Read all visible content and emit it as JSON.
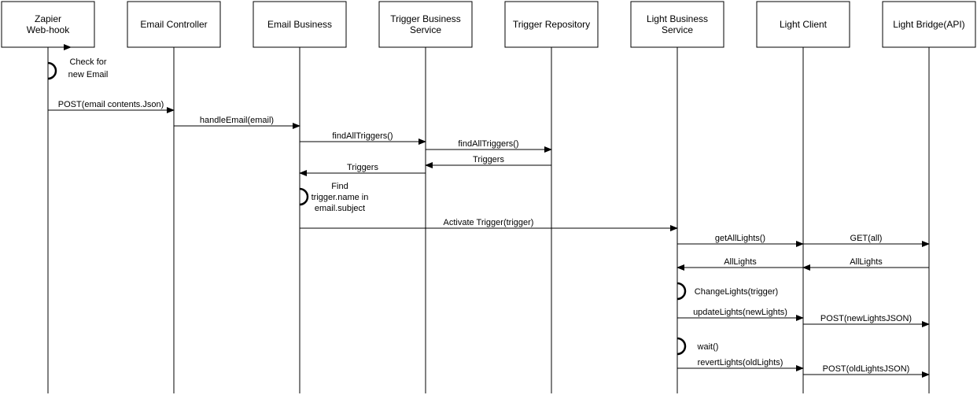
{
  "participants": [
    {
      "id": "zapier",
      "lines": [
        "Zapier",
        "Web-hook"
      ]
    },
    {
      "id": "email_controller",
      "lines": [
        "Email Controller"
      ]
    },
    {
      "id": "email_business",
      "lines": [
        "Email Business"
      ]
    },
    {
      "id": "trigger_business_service",
      "lines": [
        "Trigger Business",
        "Service"
      ]
    },
    {
      "id": "trigger_repository",
      "lines": [
        "Trigger Repository"
      ]
    },
    {
      "id": "light_business_service",
      "lines": [
        "Light Business",
        "Service"
      ]
    },
    {
      "id": "light_client",
      "lines": [
        "Light Client"
      ]
    },
    {
      "id": "light_bridge",
      "lines": [
        "Light Bridge(API)"
      ]
    }
  ],
  "messages": [
    {
      "from": "email_controller",
      "to": "email_business",
      "label": "handleEmail(email)"
    },
    {
      "from": "zapier",
      "to": "email_controller",
      "label": "POST(email contents.Json)"
    },
    {
      "from": "email_business",
      "to": "trigger_business_service",
      "label": "findAllTriggers()"
    },
    {
      "from": "trigger_business_service",
      "to": "trigger_repository",
      "label": "findAllTriggers()"
    },
    {
      "from": "trigger_repository",
      "to": "trigger_business_service",
      "label": "Triggers"
    },
    {
      "from": "trigger_business_service",
      "to": "email_business",
      "label": "Triggers"
    },
    {
      "from": "email_business",
      "to": "light_business_service",
      "label": "Activate Trigger(trigger)"
    },
    {
      "from": "light_business_service",
      "to": "light_client",
      "label": "getAllLights()"
    },
    {
      "from": "light_client",
      "to": "light_bridge",
      "label": "GET(all)"
    },
    {
      "from": "light_bridge",
      "to": "light_client",
      "label": "AllLights"
    },
    {
      "from": "light_client",
      "to": "light_business_service",
      "label": "AllLights"
    },
    {
      "from": "light_business_service",
      "to": "light_client",
      "label": "updateLights(newLights)"
    },
    {
      "from": "light_client",
      "to": "light_bridge",
      "label": "POST(newLightsJSON)"
    },
    {
      "from": "light_business_service",
      "to": "light_client",
      "label": "revertLights(oldLights)"
    },
    {
      "from": "light_client",
      "to": "light_bridge",
      "label": "POST(oldLightsJSON)"
    }
  ],
  "self_calls": [
    {
      "on": "zapier",
      "lines": [
        "Check for",
        "new Email"
      ]
    },
    {
      "on": "email_business",
      "lines": [
        "Find",
        "trigger.name in",
        "email.subject"
      ]
    },
    {
      "on": "light_business_service",
      "lines": [
        "ChangeLights(trigger)"
      ]
    },
    {
      "on": "light_business_service",
      "lines": [
        "wait()"
      ]
    }
  ],
  "colors": {
    "stroke": "#000000",
    "fill": "#ffffff",
    "text": "#000000"
  }
}
